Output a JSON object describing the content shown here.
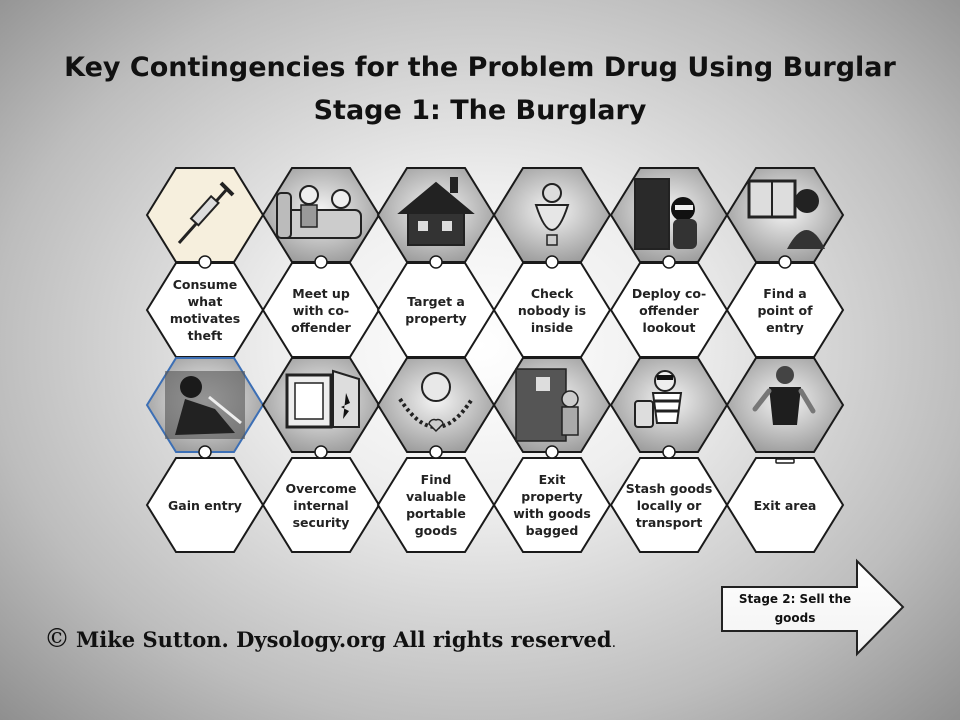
{
  "title_line1": "Key Contingencies for the Problem Drug Using Burglar",
  "title_line2": "Stage 1: The Burglary",
  "steps": [
    {
      "label": "Consume\nwhat\nmotivates\ntheft",
      "icon": "syringe-icon"
    },
    {
      "label": "Meet up\nwith co-\noffender",
      "icon": "co-offenders-sofa-icon"
    },
    {
      "label": "Target a\nproperty",
      "icon": "house-icon"
    },
    {
      "label": "Check\nnobody  is\ninside",
      "icon": "door-knocker-icon"
    },
    {
      "label": "Deploy co-\noffender\nlookout",
      "icon": "lookout-at-door-icon"
    },
    {
      "label": "Find a\npoint of\nentry",
      "icon": "burglar-at-window-icon"
    },
    {
      "label": "Gain entry",
      "icon": "break-in-icon"
    },
    {
      "label": "Overcome\ninternal\nsecurity",
      "icon": "open-safe-icon"
    },
    {
      "label": "Find\nvaluable\nportable\ngoods",
      "icon": "jewellery-icon"
    },
    {
      "label": "Exit\nproperty\nwith goods\nbagged",
      "icon": "exit-building-icon"
    },
    {
      "label": "Stash goods\nlocally or\ntransport",
      "icon": "running-burglar-icon"
    },
    {
      "label": "Exit area",
      "icon": "walking-away-icon"
    }
  ],
  "next_stage": "Stage 2: Sell the goods",
  "copyright_symbol": "©",
  "copyright_text": "Mike Sutton. Dysology.org All rights reserved",
  "copyright_period": "."
}
